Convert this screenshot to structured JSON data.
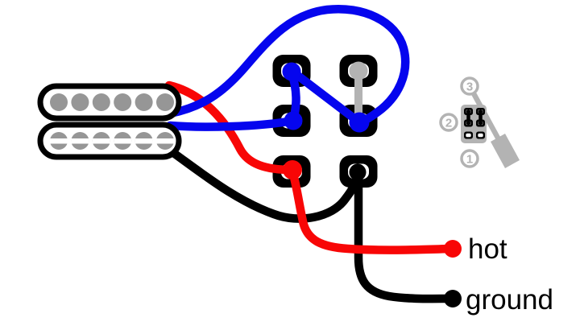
{
  "diagram_type": "guitar-pickup-wiring-diagram",
  "labels": {
    "hot": "hot",
    "ground": "ground"
  },
  "selector": {
    "positions": [
      "1",
      "2",
      "3"
    ]
  },
  "colors": {
    "background": "#ffffff",
    "wire_blue": "#0505ee",
    "wire_red": "#f80606",
    "wire_black": "#000000",
    "wire_gray": "#b3b3b3",
    "lug_black": "#000000",
    "pole_gray": "#969696",
    "indicator_gray": "#b3b3b3"
  },
  "pickup": {
    "coils": 2,
    "poles_per_coil": 6
  },
  "switch": {
    "lug_rows": 3,
    "lug_columns": 2,
    "solder_joints": [
      {
        "position": "top-left",
        "color": "blue"
      },
      {
        "position": "top-right",
        "color": "gray"
      },
      {
        "position": "middle-left",
        "color": "blue"
      },
      {
        "position": "middle-right",
        "color": "blue"
      },
      {
        "position": "bottom-left",
        "color": "red"
      },
      {
        "position": "bottom-right",
        "color": "black"
      }
    ]
  }
}
